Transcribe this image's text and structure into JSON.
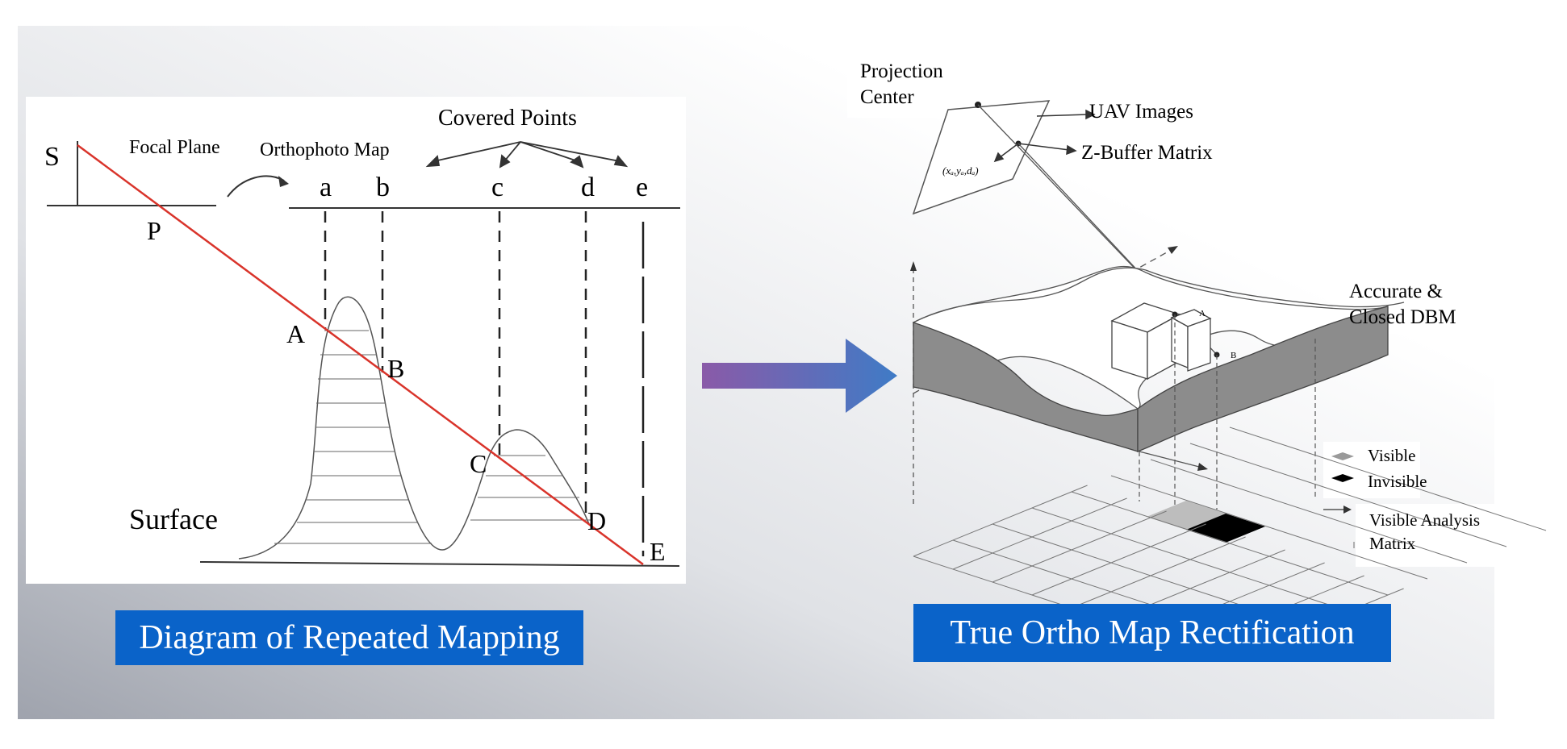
{
  "left_diagram": {
    "points": {
      "S": "S",
      "P": "P",
      "A": "A",
      "B": "B",
      "C": "C",
      "D": "D",
      "E": "E",
      "a": "a",
      "b": "b",
      "c": "c",
      "d": "d",
      "e": "e"
    },
    "labels": {
      "focal_plane": "Focal Plane",
      "orthophoto_map": "Orthophoto Map",
      "covered_points": "Covered Points",
      "surface": "Surface"
    },
    "caption": "Diagram of Repeated Mapping",
    "ray_color": "#d9342b"
  },
  "right_diagram": {
    "labels": {
      "projection_center_1": "Projection",
      "projection_center_2": "Center",
      "uav_images": "UAV Images",
      "z_buffer_matrix": "Z-Buffer Matrix",
      "accurate_1": "Accurate &",
      "accurate_2": "Closed DBM",
      "visible": "Visible",
      "invisible": "Invisible",
      "visible_analysis_1": "Visible Analysis",
      "visible_analysis_2": "Matrix",
      "coord": "(xₐ,yₐ,dₐ)",
      "point_a": "A",
      "point_b": "B"
    },
    "caption": "True Ortho Map Rectification"
  },
  "colors": {
    "caption_bg": "#0a63c9",
    "arrow_start": "#8a5aa8",
    "arrow_end": "#3f7bc6",
    "dbm_side": "#8c8c8c"
  }
}
